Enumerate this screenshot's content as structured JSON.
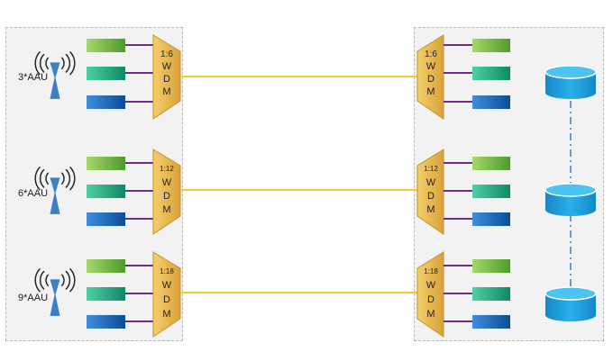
{
  "colors": {
    "panel_bg": "#f2f2f2",
    "panel_border": "#b8b8b8",
    "mux_fill": "#e8b84c",
    "mux_stroke": "#c4902a",
    "fiber": "#f0cc2c",
    "branch": "#6b2f8a",
    "module_green": "#7cc04a",
    "module_teal": "#1fb58c",
    "module_blue": "#1f6fc2",
    "cylinder": "#1a98d6",
    "dashdot": "#3a7fc0",
    "antenna": "#3b7fc4"
  },
  "groups": [
    {
      "site_label": "3*AAU",
      "left_mux": {
        "ratio": "1:6",
        "letters": [
          "W",
          "D",
          "M"
        ]
      },
      "right_mux": {
        "ratio": "1:6",
        "letters": [
          "W",
          "D",
          "M"
        ]
      }
    },
    {
      "site_label": "6*AAU",
      "left_mux": {
        "ratio": "1:12",
        "letters": [
          "W",
          "D",
          "M"
        ]
      },
      "right_mux": {
        "ratio": "1:12",
        "letters": [
          "W",
          "D",
          "M"
        ]
      }
    },
    {
      "site_label": "9*AAU",
      "left_mux": {
        "ratio": "1:18",
        "letters": [
          "W",
          "D",
          "M"
        ]
      },
      "right_mux": {
        "ratio": "1:18",
        "letters": [
          "W",
          "D",
          "M"
        ]
      }
    }
  ]
}
